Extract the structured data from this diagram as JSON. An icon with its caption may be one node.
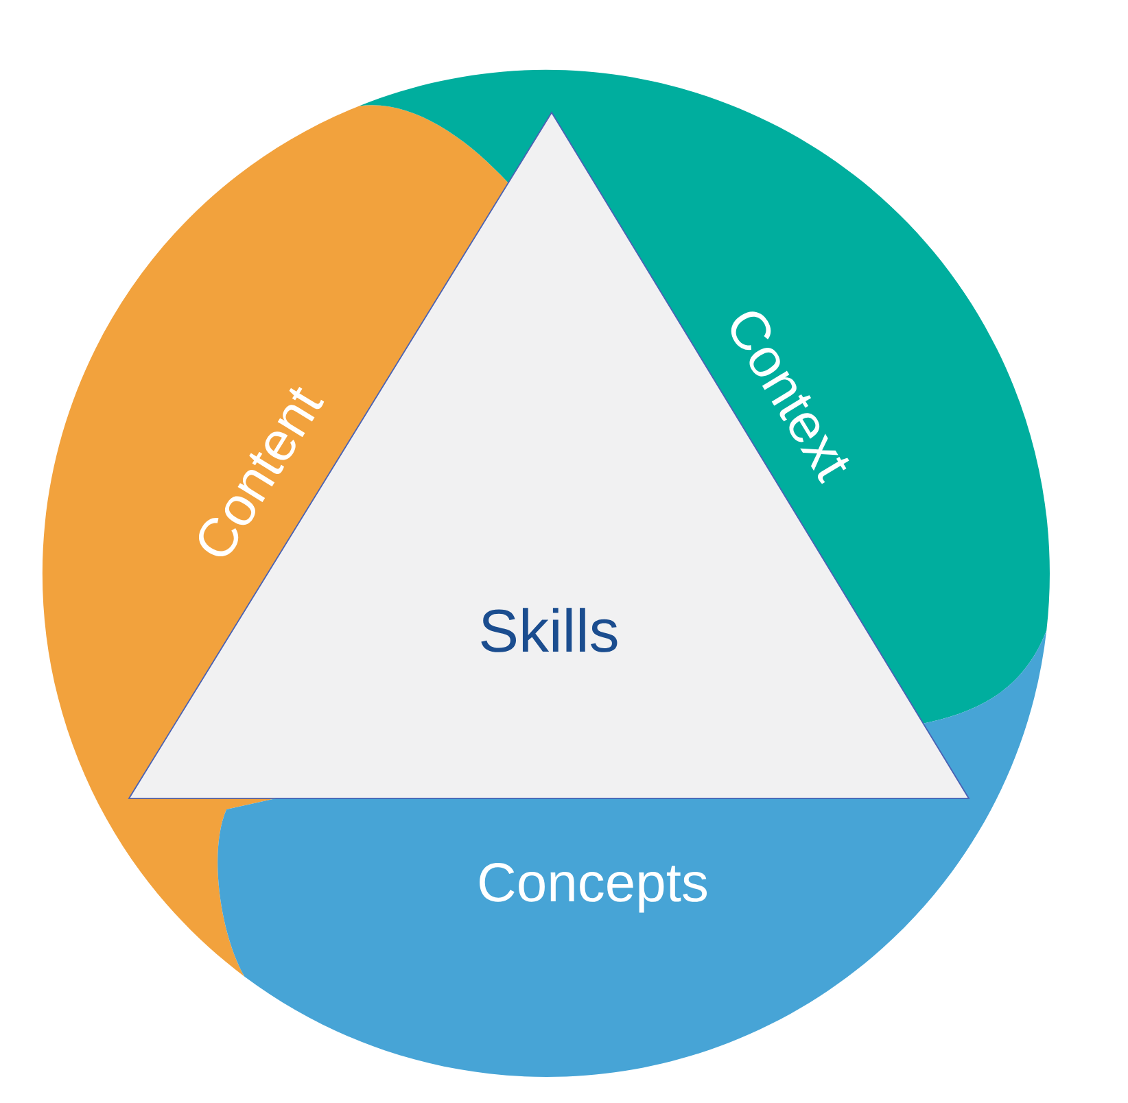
{
  "diagram": {
    "nodes": [
      {
        "text": [
          "Content"
        ]
      },
      {
        "text": [
          "Context"
        ]
      },
      {
        "text": [
          "Skills"
        ]
      },
      {
        "text": [
          "Concepts"
        ]
      }
    ]
  }
}
